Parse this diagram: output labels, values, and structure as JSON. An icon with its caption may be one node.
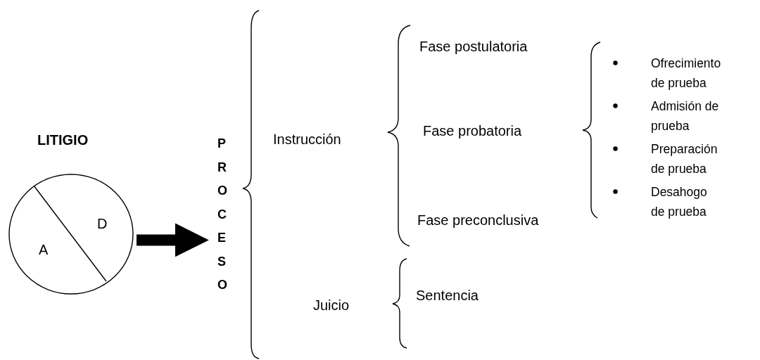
{
  "diagram": {
    "nodes": [
      {
        "text": [
          "LITIGIO",
          "D",
          "A"
        ]
      },
      {
        "text": [
          "PROCESO"
        ]
      }
    ],
    "edges": [
      {
        "from": 0,
        "to": 1,
        "arrow": "to"
      }
    ],
    "labels": [
      "Instrucción",
      "Fase postulatoria",
      "Fase probatoria",
      "Fase preconclusiva",
      "Ofrecimiento de prueba",
      "Admisión de prueba",
      "Preparación de prueba",
      "Desahogo de prueba",
      "Juicio",
      "Sentencia"
    ]
  }
}
